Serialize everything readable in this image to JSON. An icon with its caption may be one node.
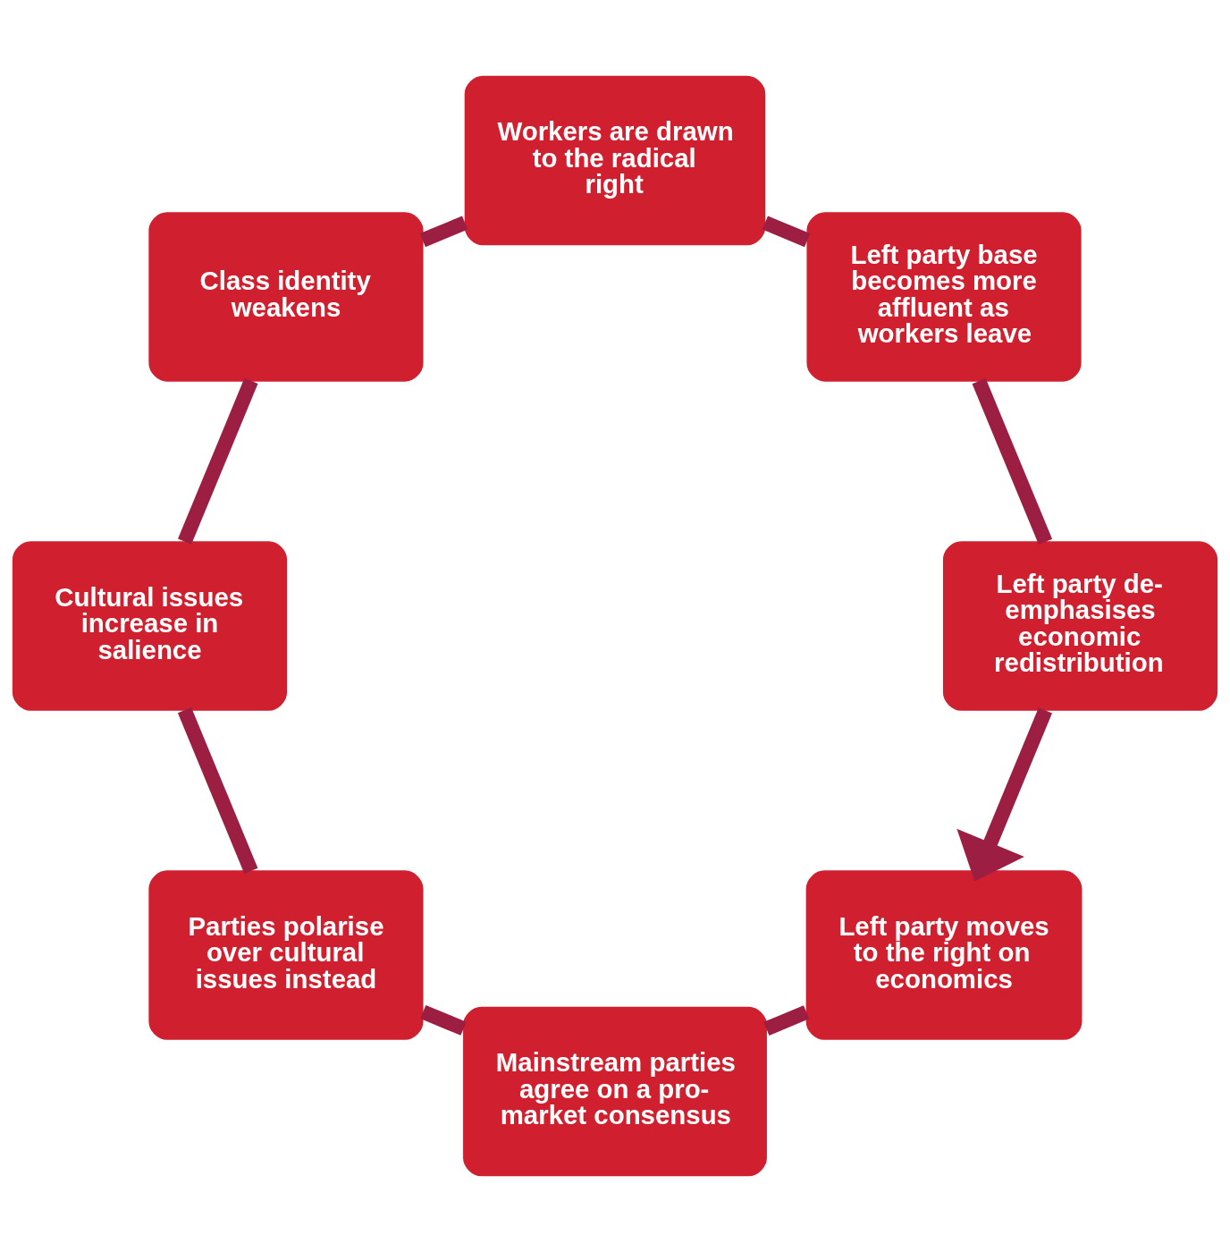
{
  "diagram": {
    "nodes": [
      {
        "text": [
          "Left party moves to the right on economics"
        ]
      },
      {
        "text": [
          "Mainstream parties agree on a pro-market consensus"
        ]
      },
      {
        "text": [
          "Parties polarise over cultural issues instead"
        ]
      },
      {
        "text": [
          "Cultural issues increase in salience"
        ]
      },
      {
        "text": [
          "Class identity weakens"
        ]
      },
      {
        "text": [
          "Workers are drawn to the radical right"
        ]
      },
      {
        "text": [
          "Left party base becomes more affluent as workers leave"
        ]
      },
      {
        "text": [
          "Left party de-emphasises economic redistribution"
        ]
      }
    ],
    "edges": [
      {
        "from": 0,
        "to": 1,
        "arrow": "none"
      },
      {
        "from": 1,
        "to": 2,
        "arrow": "none"
      },
      {
        "from": 2,
        "to": 3,
        "arrow": "none"
      },
      {
        "from": 3,
        "to": 4,
        "arrow": "none"
      },
      {
        "from": 4,
        "to": 5,
        "arrow": "none"
      },
      {
        "from": 5,
        "to": 6,
        "arrow": "none"
      },
      {
        "from": 6,
        "to": 7,
        "arrow": "none"
      },
      {
        "from": 7,
        "to": 0,
        "arrow": "to"
      }
    ]
  }
}
